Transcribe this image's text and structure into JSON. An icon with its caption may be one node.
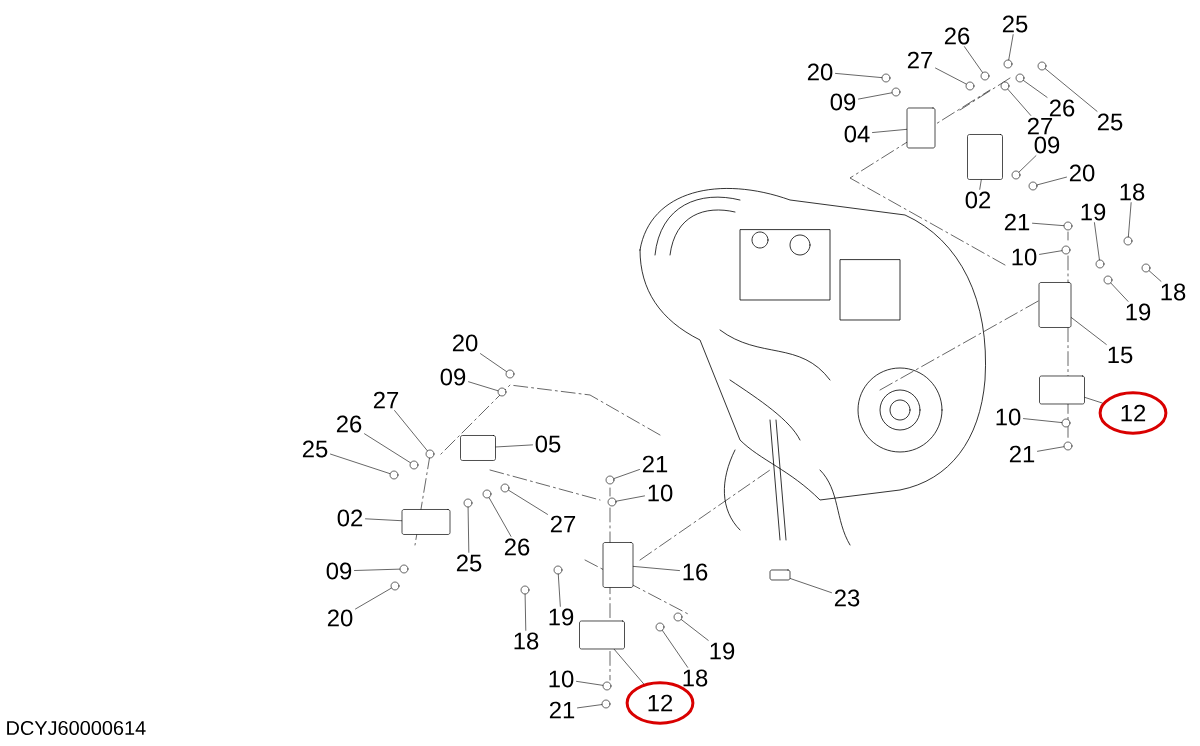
{
  "diagram": {
    "nodes": [
      {
        "text": [
          "20"
        ]
      },
      {
        "text": [
          "09"
        ]
      },
      {
        "text": [
          "04"
        ]
      },
      {
        "text": [
          "27"
        ]
      },
      {
        "text": [
          "26"
        ]
      },
      {
        "text": [
          "25"
        ]
      },
      {
        "text": [
          "26"
        ]
      },
      {
        "text": [
          "25"
        ]
      },
      {
        "text": [
          "27"
        ]
      },
      {
        "text": [
          "09"
        ]
      },
      {
        "text": [
          "02"
        ]
      },
      {
        "text": [
          "20"
        ]
      },
      {
        "text": [
          "21"
        ]
      },
      {
        "text": [
          "19"
        ]
      },
      {
        "text": [
          "18"
        ]
      },
      {
        "text": [
          "10"
        ]
      },
      {
        "text": [
          "18"
        ]
      },
      {
        "text": [
          "19"
        ]
      },
      {
        "text": [
          "15"
        ]
      },
      {
        "text": [
          "12"
        ]
      },
      {
        "text": [
          "10"
        ]
      },
      {
        "text": [
          "21"
        ]
      },
      {
        "text": [
          "20"
        ]
      },
      {
        "text": [
          "09"
        ]
      },
      {
        "text": [
          "27"
        ]
      },
      {
        "text": [
          "26"
        ]
      },
      {
        "text": [
          "25"
        ]
      },
      {
        "text": [
          "05"
        ]
      },
      {
        "text": [
          "02"
        ]
      },
      {
        "text": [
          "09"
        ]
      },
      {
        "text": [
          "20"
        ]
      },
      {
        "text": [
          "25"
        ]
      },
      {
        "text": [
          "26"
        ]
      },
      {
        "text": [
          "27"
        ]
      },
      {
        "text": [
          "21"
        ]
      },
      {
        "text": [
          "10"
        ]
      },
      {
        "text": [
          "16"
        ]
      },
      {
        "text": [
          "19"
        ]
      },
      {
        "text": [
          "18"
        ]
      },
      {
        "text": [
          "19"
        ]
      },
      {
        "text": [
          "18"
        ]
      },
      {
        "text": [
          "12"
        ]
      },
      {
        "text": [
          "10"
        ]
      },
      {
        "text": [
          "21"
        ]
      },
      {
        "text": [
          "23"
        ]
      },
      {
        "text": [],
        "shape": "circle"
      },
      {
        "text": [],
        "shape": "circle"
      },
      {
        "text": [],
        "shape": "box"
      },
      {
        "text": [],
        "shape": "circle"
      },
      {
        "text": [],
        "shape": "circle"
      },
      {
        "text": [],
        "shape": "circle"
      },
      {
        "text": [],
        "shape": "circle"
      },
      {
        "text": [],
        "shape": "circle"
      },
      {
        "text": [],
        "shape": "circle"
      },
      {
        "text": [],
        "shape": "circle"
      },
      {
        "text": [],
        "shape": "box"
      },
      {
        "text": [],
        "shape": "circle"
      },
      {
        "text": [],
        "shape": "circle"
      },
      {
        "text": [],
        "shape": "circle"
      },
      {
        "text": [],
        "shape": "circle"
      },
      {
        "text": [],
        "shape": "circle"
      },
      {
        "text": [],
        "shape": "circle"
      },
      {
        "text": [],
        "shape": "circle"
      },
      {
        "text": [],
        "shape": "box"
      },
      {
        "text": [],
        "shape": "box"
      },
      {
        "text": [],
        "shape": "circle"
      },
      {
        "text": [],
        "shape": "circle"
      },
      {
        "text": [],
        "shape": "circle"
      },
      {
        "text": [],
        "shape": "circle"
      },
      {
        "text": [],
        "shape": "circle"
      },
      {
        "text": [],
        "shape": "circle"
      },
      {
        "text": [],
        "shape": "circle"
      },
      {
        "text": [],
        "shape": "box"
      },
      {
        "text": [],
        "shape": "box"
      },
      {
        "text": [],
        "shape": "circle"
      },
      {
        "text": [],
        "shape": "circle"
      },
      {
        "text": [],
        "shape": "circle"
      },
      {
        "text": [],
        "shape": "circle"
      },
      {
        "text": [],
        "shape": "circle"
      },
      {
        "text": [],
        "shape": "circle"
      },
      {
        "text": [],
        "shape": "circle"
      },
      {
        "text": [],
        "shape": "box"
      },
      {
        "text": [],
        "shape": "circle"
      },
      {
        "text": [],
        "shape": "circle"
      },
      {
        "text": [],
        "shape": "circle"
      },
      {
        "text": [],
        "shape": "circle"
      },
      {
        "text": [],
        "shape": "box"
      },
      {
        "text": [],
        "shape": "circle"
      },
      {
        "text": [],
        "shape": "circle"
      },
      {
        "text": [],
        "shape": "box"
      }
    ],
    "edges": [
      {
        "from": 0,
        "to": 45,
        "arrow": "none"
      },
      {
        "from": 1,
        "to": 46,
        "arrow": "none"
      },
      {
        "from": 2,
        "to": 47,
        "arrow": "none"
      },
      {
        "from": 3,
        "to": 48,
        "arrow": "none"
      },
      {
        "from": 4,
        "to": 49,
        "arrow": "none"
      },
      {
        "from": 5,
        "to": 50,
        "arrow": "none"
      },
      {
        "from": 6,
        "to": 51,
        "arrow": "none"
      },
      {
        "from": 7,
        "to": 52,
        "arrow": "none"
      },
      {
        "from": 8,
        "to": 53,
        "arrow": "none"
      },
      {
        "from": 9,
        "to": 54,
        "arrow": "none"
      },
      {
        "from": 10,
        "to": 55,
        "arrow": "none"
      },
      {
        "from": 11,
        "to": 56,
        "arrow": "none"
      },
      {
        "from": 12,
        "to": 57,
        "arrow": "none"
      },
      {
        "from": 13,
        "to": 58,
        "arrow": "none"
      },
      {
        "from": 14,
        "to": 59,
        "arrow": "none"
      },
      {
        "from": 15,
        "to": 60,
        "arrow": "none"
      },
      {
        "from": 16,
        "to": 61,
        "arrow": "none"
      },
      {
        "from": 17,
        "to": 62,
        "arrow": "none"
      },
      {
        "from": 18,
        "to": 63,
        "arrow": "none"
      },
      {
        "from": 19,
        "to": 64,
        "arrow": "none"
      },
      {
        "from": 20,
        "to": 65,
        "arrow": "none"
      },
      {
        "from": 21,
        "to": 66,
        "arrow": "none"
      },
      {
        "from": 22,
        "to": 67,
        "arrow": "none"
      },
      {
        "from": 23,
        "to": 68,
        "arrow": "none"
      },
      {
        "from": 24,
        "to": 69,
        "arrow": "none"
      },
      {
        "from": 25,
        "to": 70,
        "arrow": "none"
      },
      {
        "from": 26,
        "to": 71,
        "arrow": "none"
      },
      {
        "from": 27,
        "to": 72,
        "arrow": "none"
      },
      {
        "from": 28,
        "to": 73,
        "arrow": "none"
      },
      {
        "from": 29,
        "to": 74,
        "arrow": "none"
      },
      {
        "from": 30,
        "to": 75,
        "arrow": "none"
      },
      {
        "from": 31,
        "to": 76,
        "arrow": "none"
      },
      {
        "from": 32,
        "to": 77,
        "arrow": "none"
      },
      {
        "from": 33,
        "to": 78,
        "arrow": "none"
      },
      {
        "from": 34,
        "to": 79,
        "arrow": "none"
      },
      {
        "from": 35,
        "to": 80,
        "arrow": "none"
      },
      {
        "from": 36,
        "to": 81,
        "arrow": "none"
      },
      {
        "from": 37,
        "to": 82,
        "arrow": "none"
      },
      {
        "from": 38,
        "to": 83,
        "arrow": "none"
      },
      {
        "from": 39,
        "to": 84,
        "arrow": "none"
      },
      {
        "from": 40,
        "to": 85,
        "arrow": "none"
      },
      {
        "from": 41,
        "to": 86,
        "arrow": "none"
      },
      {
        "from": 42,
        "to": 87,
        "arrow": "none"
      },
      {
        "from": 43,
        "to": 88,
        "arrow": "none"
      },
      {
        "from": 44,
        "to": 89,
        "arrow": "none"
      }
    ],
    "labels": [
      "DCYJ60000614"
    ]
  }
}
